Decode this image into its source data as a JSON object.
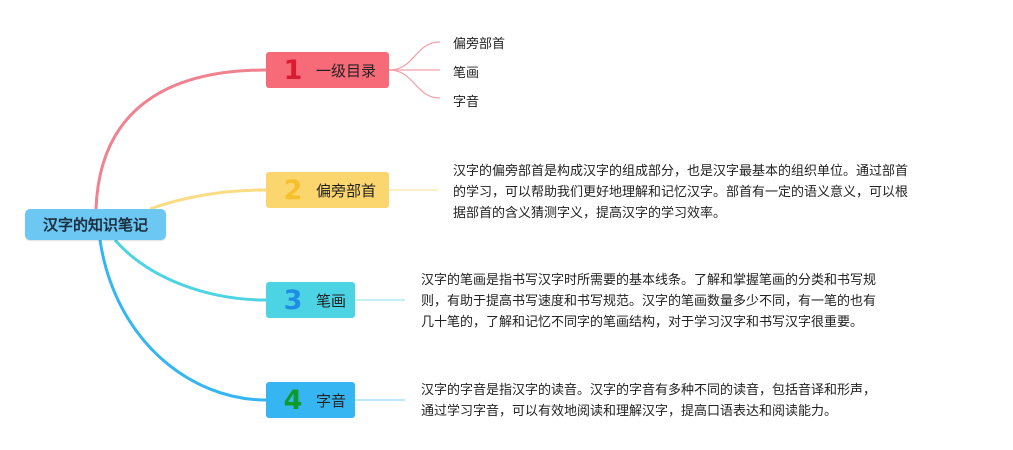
{
  "root": {
    "label": "汉字的知识笔记"
  },
  "colors": {
    "root": "#6cc8f3",
    "topic1": "#f76a78",
    "topic2": "#fbd56e",
    "topic3": "#4dd4e4",
    "topic4": "#35b5f2"
  },
  "topics": [
    {
      "number": "1",
      "label": "一级目录",
      "children": [
        "偏旁部首",
        "笔画",
        "字音"
      ]
    },
    {
      "number": "2",
      "label": "偏旁部首",
      "description": [
        "汉字的偏旁部首是构成汉字的组成部分，也是汉字最基本的组织单位。通过部首",
        "的学习，可以帮助我们更好地理解和记忆汉字。部首有一定的语义意义，可以根",
        "据部首的含义猜测字义，提高汉字的学习效率。"
      ]
    },
    {
      "number": "3",
      "label": "笔画",
      "description": [
        "汉字的笔画是指书写汉字时所需要的基本线条。了解和掌握笔画的分类和书写规",
        "则，有助于提高书写速度和书写规范。汉字的笔画数量多少不同，有一笔的也有",
        "几十笔的，了解和记忆不同字的笔画结构，对于学习汉字和书写汉字很重要。"
      ]
    },
    {
      "number": "4",
      "label": "字音",
      "description": [
        "汉字的字音是指汉字的读音。汉字的字音有多种不同的读音，包括音译和形声，",
        "通过学习字音，可以有效地阅读和理解汉字，提高口语表达和阅读能力。"
      ]
    }
  ]
}
